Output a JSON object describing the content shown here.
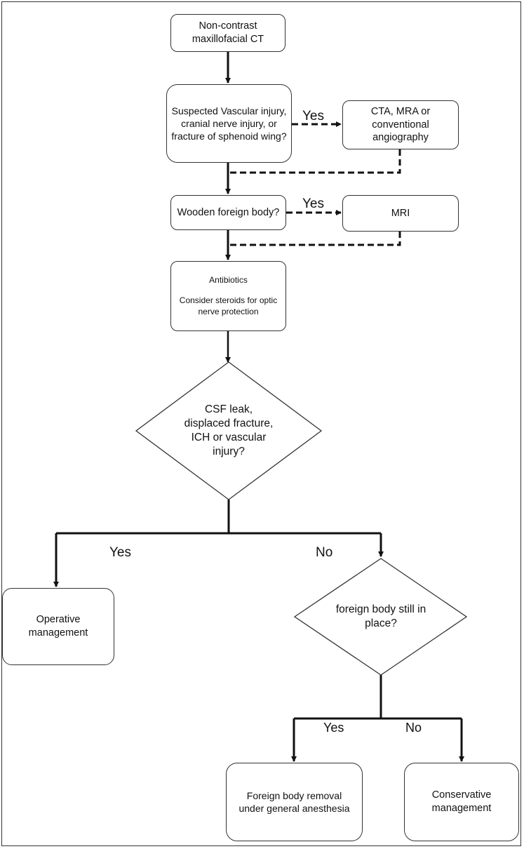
{
  "nodes": {
    "start": "Non-contrast maxillofacial CT",
    "vascular_q": "Suspected Vascular injury, cranial nerve injury, or fracture of sphenoid wing?",
    "angio": "CTA, MRA or conventional angiography",
    "wooden_q": "Wooden foreign body?",
    "mri": "MRI",
    "antibiotics": "Antibiotics",
    "steroids": "Consider steroids for optic nerve protection",
    "csf_q": "CSF leak, displaced fracture, ICH or vascular injury?",
    "operative": "Operative management",
    "fb_q": "foreign body still in place?",
    "removal": "Foreign body removal under general anesthesia",
    "conservative": "Conservative management"
  },
  "edge_labels": {
    "vascular_yes": "Yes",
    "wooden_yes": "Yes",
    "csf_yes": "Yes",
    "csf_no": "No",
    "fb_yes": "Yes",
    "fb_no": "No"
  }
}
